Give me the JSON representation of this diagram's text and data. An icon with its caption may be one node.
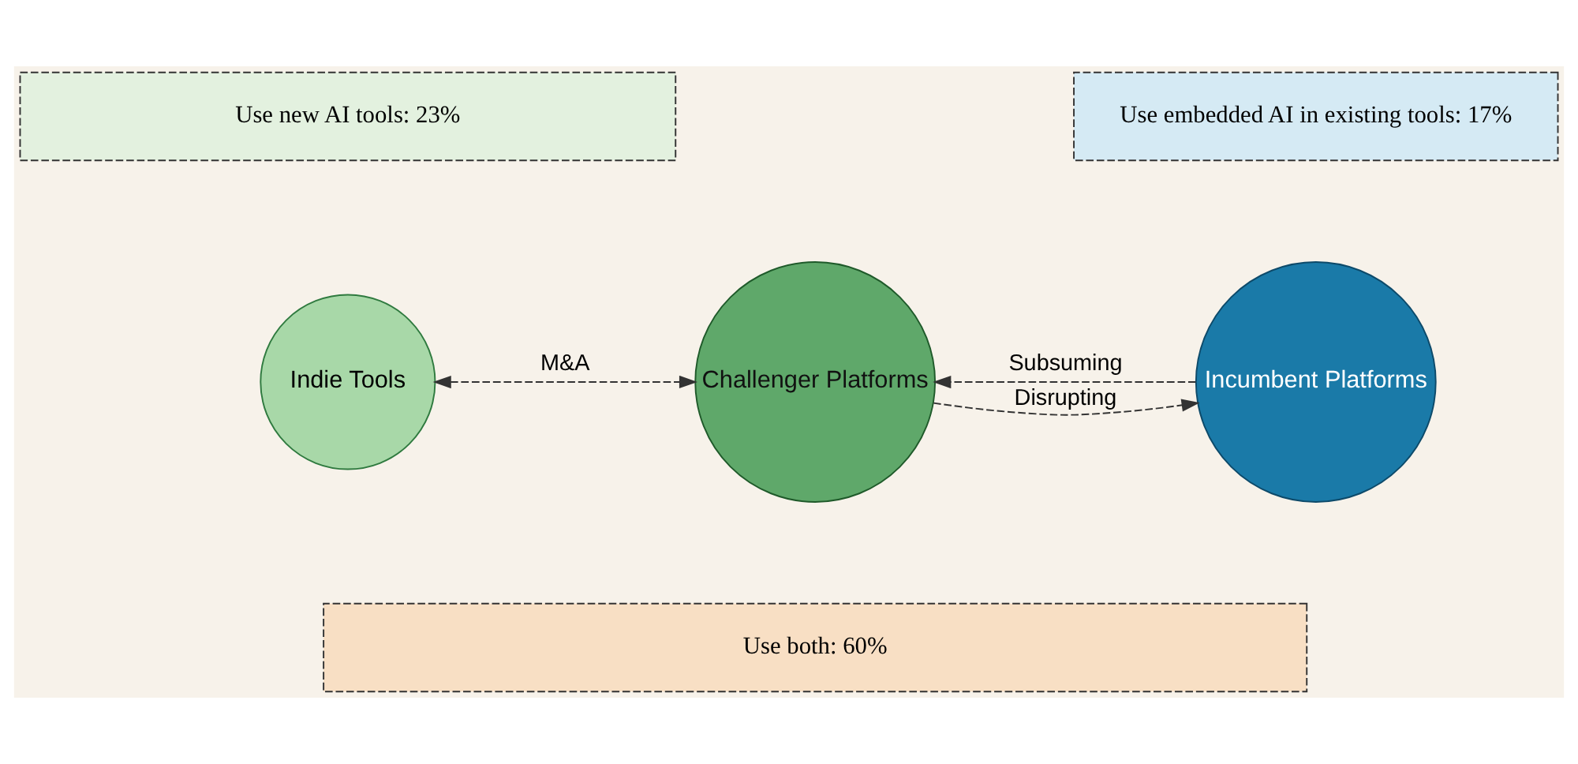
{
  "diagram": {
    "nodes": [
      {
        "text": [
          "Use new AI tools: 23%"
        ]
      },
      {
        "text": [
          "Use embedded AI in existing tools: 17%"
        ]
      },
      {
        "text": [
          "Indie Tools"
        ]
      },
      {
        "text": [
          "Challenger Platforms"
        ]
      },
      {
        "text": [
          "Incumbent Platforms"
        ]
      },
      {
        "text": [
          "Use both: 60%"
        ]
      }
    ],
    "edges": [
      {
        "from": 2,
        "to": 3,
        "arrow": "both",
        "label": "M&A",
        "style": "dashed"
      },
      {
        "from": 3,
        "to": 4,
        "arrow": "to",
        "label": "Disrupting",
        "style": "dashed"
      },
      {
        "from": 4,
        "to": 3,
        "arrow": "to",
        "label": "Subsuming",
        "style": "dashed"
      }
    ]
  }
}
